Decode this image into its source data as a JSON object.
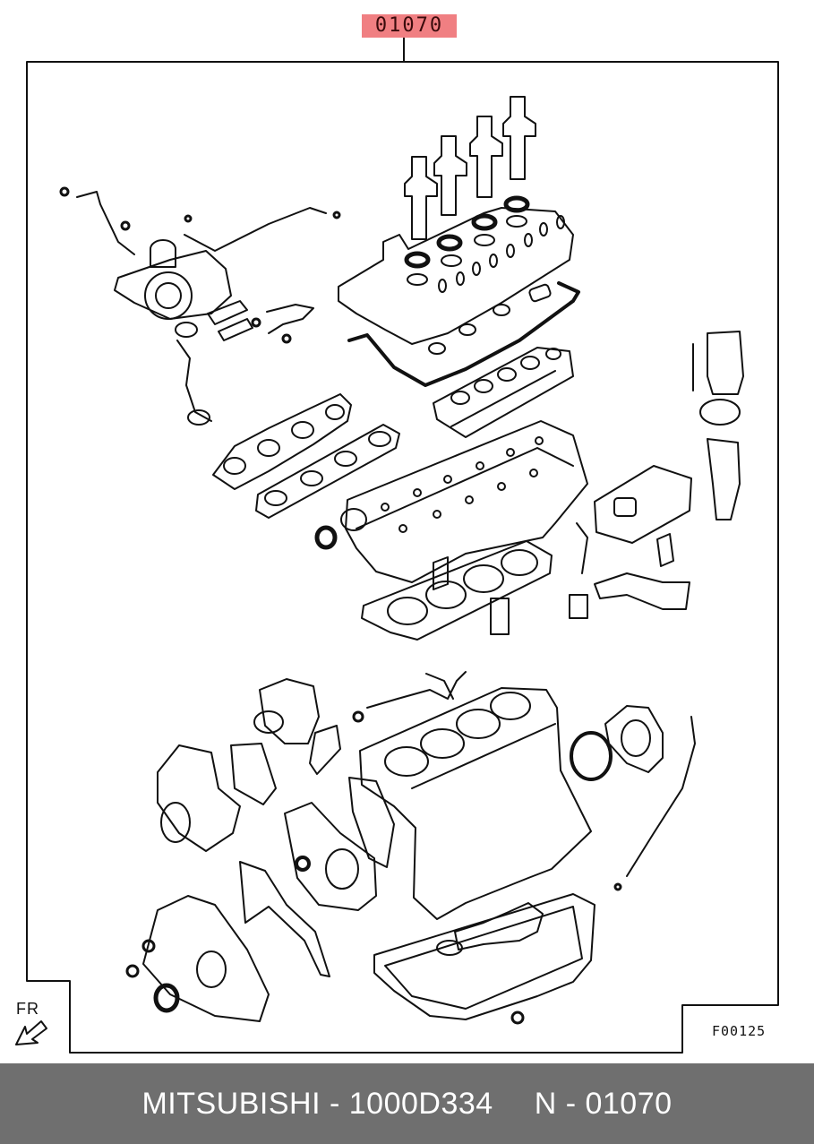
{
  "diagram": {
    "callout_number": "01070",
    "fr_label": "FR",
    "figure_code": "F00125"
  },
  "footer": {
    "brand": "MITSUBISHI",
    "separator": "-",
    "part_number": "1000D334",
    "ref_prefix": "N",
    "ref_number": "01070"
  },
  "colors": {
    "callout_fill": "#f07f82",
    "footer_background": "#6f6f6f",
    "footer_text": "#ffffff",
    "line_art": "#111111"
  }
}
